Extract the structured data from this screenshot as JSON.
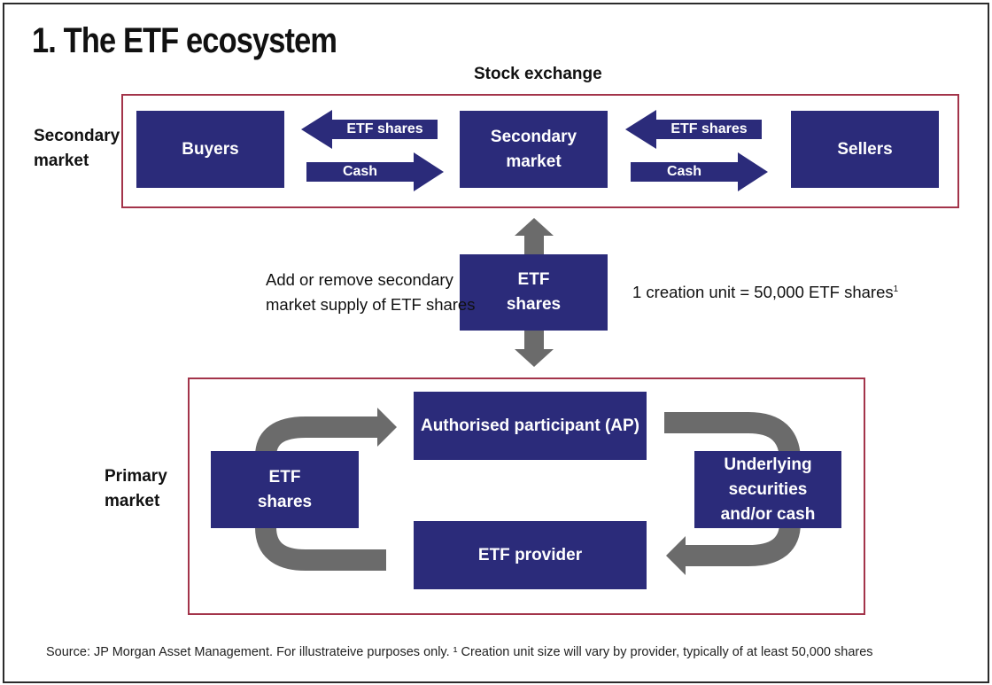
{
  "title": "1. The ETF ecosystem",
  "secondary": {
    "exchange_label": "Stock exchange",
    "side_label": [
      "Secondary",
      "market"
    ],
    "buyers": "Buyers",
    "secondary_market": [
      "Secondary",
      "market"
    ],
    "sellers": "Sellers",
    "left_top_arrow": "ETF shares",
    "left_bottom_arrow": "Cash",
    "right_top_arrow": "ETF shares",
    "right_bottom_arrow": "Cash"
  },
  "middle": {
    "etf_shares": [
      "ETF",
      "shares"
    ],
    "left_note": [
      "Add or remove secondary",
      "market supply of ETF shares"
    ],
    "right_note": "1 creation unit = 50,000 ETF shares",
    "right_note_sup": "1"
  },
  "primary": {
    "side_label": [
      "Primary",
      "market"
    ],
    "etf_shares": [
      "ETF",
      "shares"
    ],
    "ap": "Authorised participant (AP)",
    "underlying": [
      "Underlying",
      "securities",
      "and/or cash"
    ],
    "provider": "ETF provider"
  },
  "source": "Source: JP Morgan Asset Management. For illustrateive purposes only. ¹ Creation unit size will vary by provider, typically of at least 50,000 shares",
  "colors": {
    "navy": "#2b2b7a",
    "border_red": "#a3344a",
    "arrow_gray": "#6b6b6b"
  }
}
